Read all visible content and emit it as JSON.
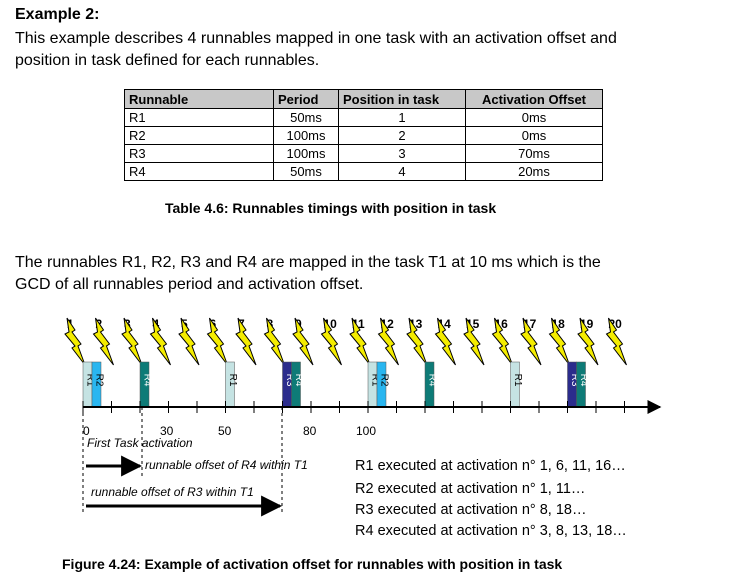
{
  "heading": "Example 2:",
  "intro_line1": "This example describes 4 runnables mapped in one task with an activation offset and",
  "intro_line2": "position in task defined for each runnables.",
  "table": {
    "headers": [
      "Runnable",
      "Period",
      "Position in task",
      "Activation Offset"
    ],
    "rows": [
      [
        "R1",
        "50ms",
        "1",
        "0ms"
      ],
      [
        "R2",
        "100ms",
        "2",
        "0ms"
      ],
      [
        "R3",
        "100ms",
        "3",
        "70ms"
      ],
      [
        "R4",
        "50ms",
        "4",
        "20ms"
      ]
    ]
  },
  "table_caption": "Table 4.6: Runnables timings with position in task",
  "para2_line1": "The runnables R1, R2, R3 and R4 are mapped in the task T1 at 10 ms which is the",
  "para2_line2": "GCD of all runnables period and activation offset.",
  "figure": {
    "activation_numbers": [
      "1",
      "2",
      "3",
      "4",
      "5",
      "6",
      "7",
      "8",
      "9",
      "10",
      "11",
      "12",
      "13",
      "14",
      "15",
      "16",
      "17",
      "18",
      "19",
      "20"
    ],
    "axis_labels": [
      "0",
      "30",
      "50",
      "80",
      "100"
    ],
    "runnable_blocks": [
      {
        "label": "R1",
        "activation": 1
      },
      {
        "label": "R2",
        "activation": 1
      },
      {
        "label": "R4",
        "activation": 3
      },
      {
        "label": "R1",
        "activation": 6
      },
      {
        "label": "R3",
        "activation": 8
      },
      {
        "label": "R4",
        "activation": 8
      },
      {
        "label": "R1",
        "activation": 11
      },
      {
        "label": "R2",
        "activation": 11
      },
      {
        "label": "R4",
        "activation": 13
      },
      {
        "label": "R1",
        "activation": 16
      },
      {
        "label": "R3",
        "activation": 18
      },
      {
        "label": "R4",
        "activation": 18
      }
    ],
    "first_task_label": "First Task activation",
    "r4_offset_label": "runnable offset of R4 within T1",
    "r3_offset_label": "runnable offset of R3 within T1",
    "exec_lines": [
      "R1 executed at activation n° 1, 6, 11, 16…",
      "R2 executed at activation n° 1, 11…",
      "R3 executed at activation n° 8, 18…",
      "R4 executed at activation n° 3, 8, 13, 18…"
    ],
    "colors": {
      "R1": "#c5e3e3",
      "R2": "#29b6f0",
      "R3": "#2b2c8c",
      "R4": "#0e7b77",
      "bolt": "#f4ec00"
    }
  },
  "figure_caption": "Figure 4.24: Example of activation offset for runnables with position in task"
}
